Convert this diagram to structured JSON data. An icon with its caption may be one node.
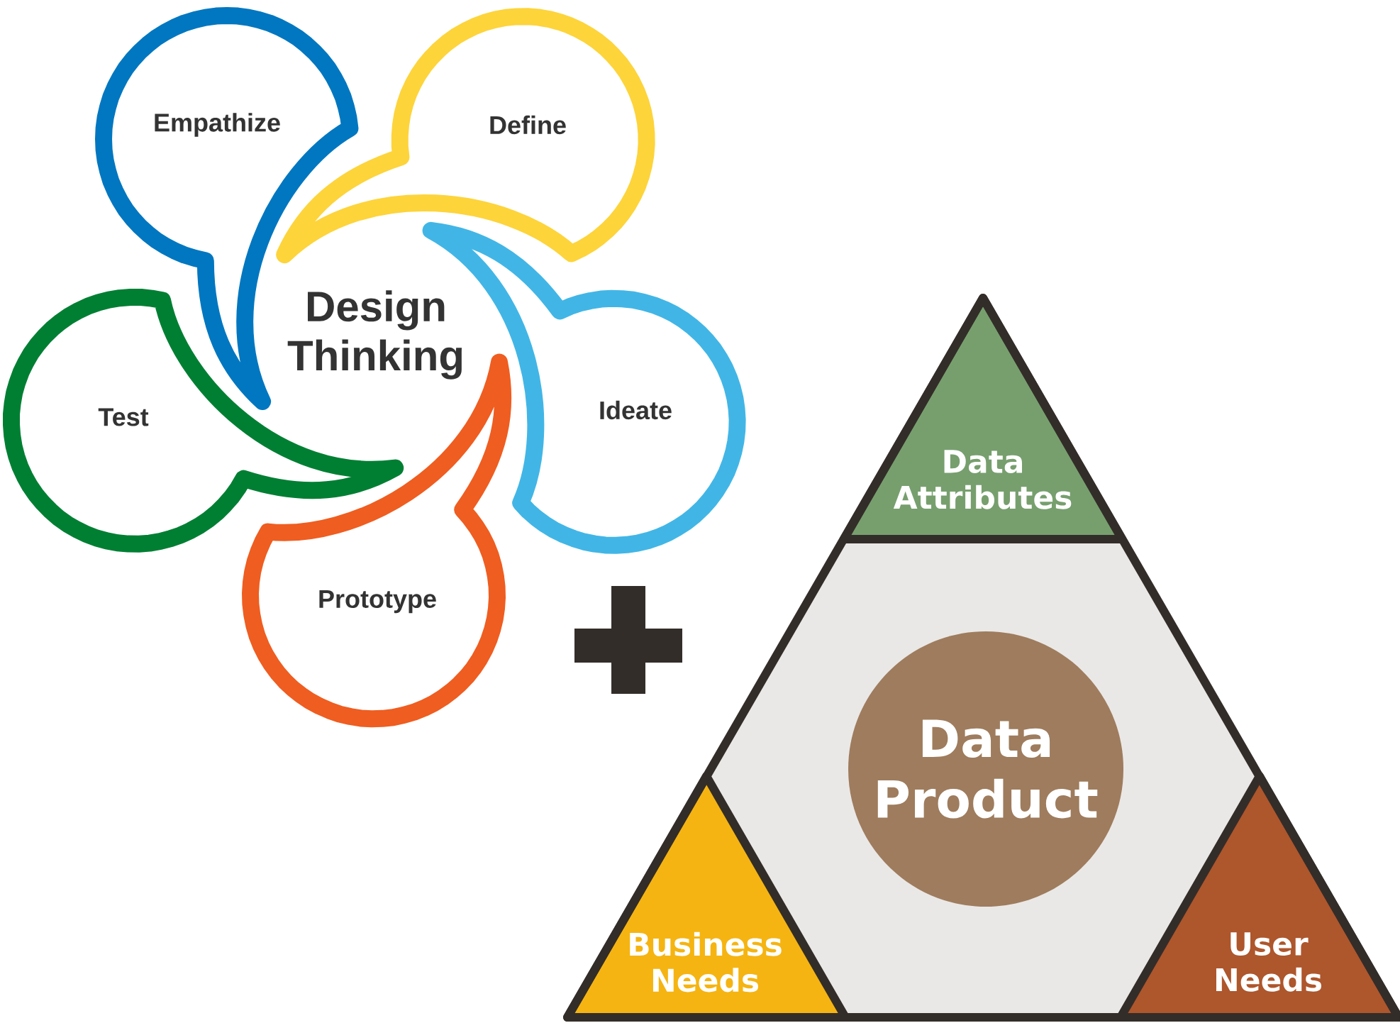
{
  "diagram": {
    "nodes": [
      {
        "text": [
          "Empathize"
        ]
      },
      {
        "text": [
          "Define"
        ]
      },
      {
        "text": [
          "Ideate"
        ]
      },
      {
        "text": [
          "Prototype"
        ]
      },
      {
        "text": [
          "Test"
        ]
      },
      {
        "text": [],
        "shape": "triangle"
      },
      {
        "text": [
          "Data Attributes"
        ],
        "in": 5
      },
      {
        "text": [
          "Data Product"
        ],
        "in": 5
      },
      {
        "text": [
          "Business Needs"
        ],
        "in": 5
      },
      {
        "text": [
          "User Needs"
        ],
        "in": 5
      }
    ],
    "labels": [
      "Design Thinking"
    ]
  }
}
